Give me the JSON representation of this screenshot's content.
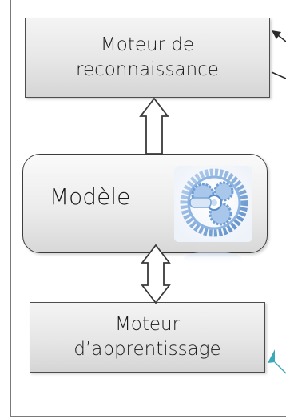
{
  "diagram": {
    "top_box": {
      "line1": "Moteur de",
      "line2": "reconnaissance"
    },
    "model": {
      "label": "Modèle",
      "icon": "gear-icon"
    },
    "bottom_box": {
      "line1": "Moteur",
      "line2": "d’apprentissage"
    },
    "colors": {
      "box_border": "#4d4d4d",
      "arrow_fill": "#ffffff",
      "arrow_stroke": "#3a3a3a",
      "gear_blue": "#6f9fd6",
      "teal_accent": "#3aa8b8"
    }
  }
}
